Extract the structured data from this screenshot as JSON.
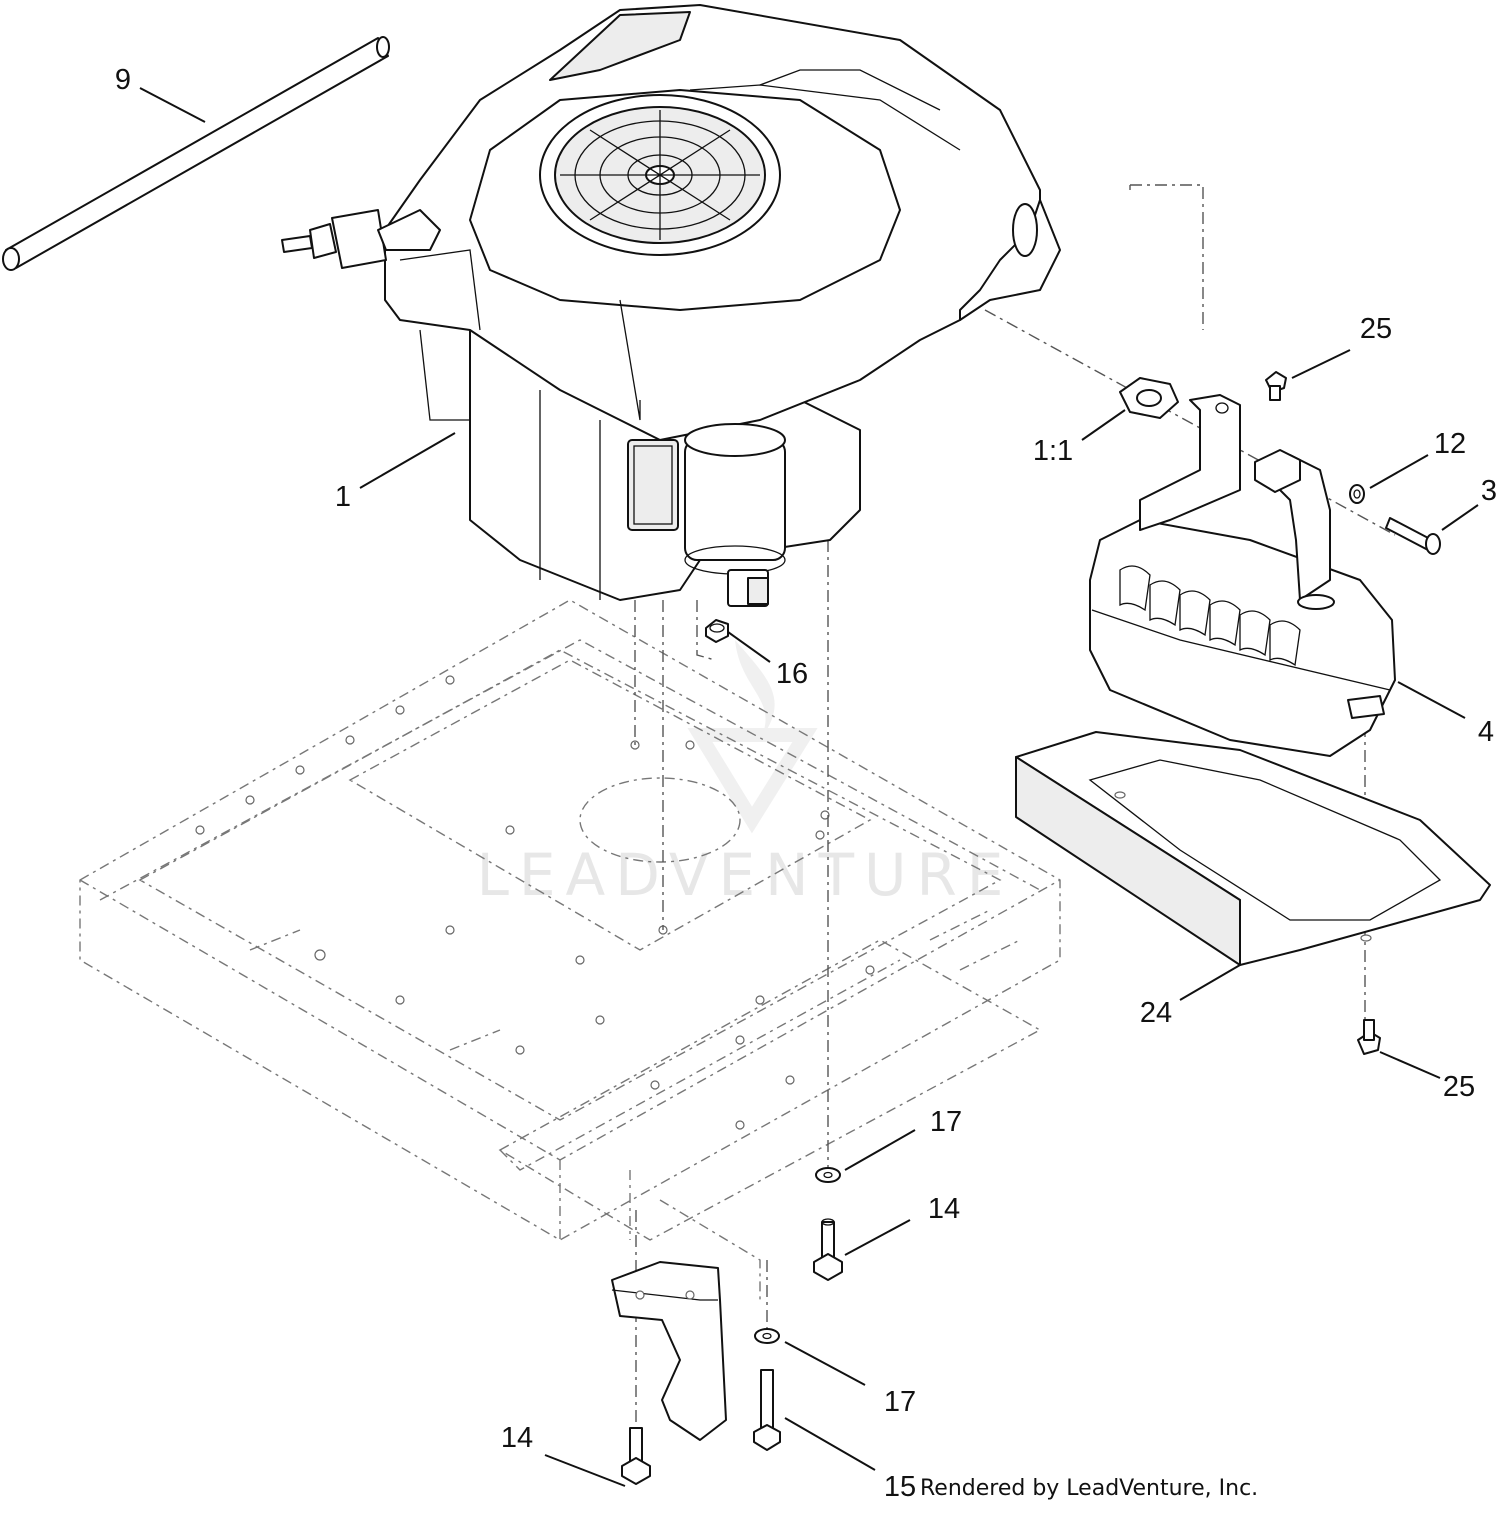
{
  "diagram": {
    "callouts": [
      {
        "id": "c9",
        "label": "9"
      },
      {
        "id": "c1",
        "label": "1"
      },
      {
        "id": "c25a",
        "label": "25"
      },
      {
        "id": "c11",
        "label": "1:1"
      },
      {
        "id": "c12",
        "label": "12"
      },
      {
        "id": "c3",
        "label": "3"
      },
      {
        "id": "c16",
        "label": "16"
      },
      {
        "id": "c4",
        "label": "4"
      },
      {
        "id": "c24",
        "label": "24"
      },
      {
        "id": "c25b",
        "label": "25"
      },
      {
        "id": "c17a",
        "label": "17"
      },
      {
        "id": "c14a",
        "label": "14"
      },
      {
        "id": "c17b",
        "label": "17"
      },
      {
        "id": "c14b",
        "label": "14"
      },
      {
        "id": "c15",
        "label": "15"
      }
    ],
    "watermark": "LEADVENTURE",
    "credit": "Rendered by LeadVenture, Inc."
  }
}
